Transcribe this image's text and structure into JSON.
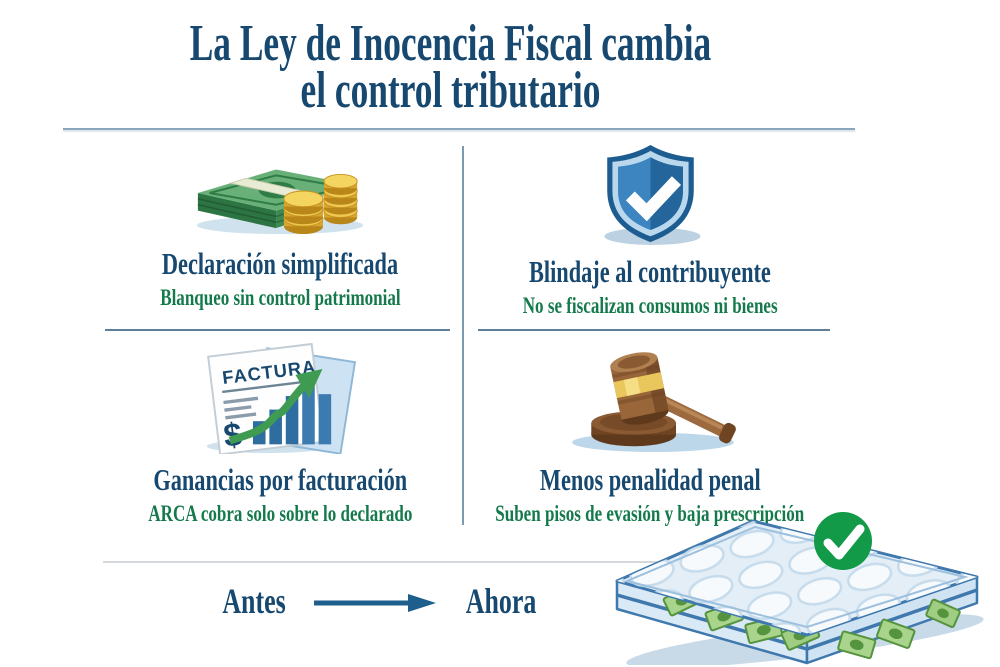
{
  "title": {
    "line1": "La Ley de Inocencia Fiscal cambia",
    "line2": "el control tributario"
  },
  "quadrants": [
    {
      "id": "declaracion-simplificada",
      "icon": "money-stack-icon",
      "title": "Declaración simplificada",
      "subtitle": "Blanqueo sin control patrimonial"
    },
    {
      "id": "blindaje-contribuyente",
      "icon": "shield-check-icon",
      "title": "Blindaje al contribuyente",
      "subtitle": "No se fiscalizan consumos ni bienes"
    },
    {
      "id": "ganancias-facturacion",
      "icon": "invoice-growth-icon",
      "title": "Ganancias por facturación",
      "subtitle": "ARCA cobra solo sobre lo declarado",
      "icon_label": "FACTURA",
      "icon_symbol": "$"
    },
    {
      "id": "menos-penalidad",
      "icon": "gavel-icon",
      "title": "Menos penalidad penal",
      "subtitle": "Suben pisos de evasión y baja prescripción"
    }
  ],
  "footer": {
    "before_label": "Antes",
    "after_label": "Ahora"
  },
  "colors": {
    "title_navy": "#17486f",
    "subtitle_green": "#157a4b",
    "divider_blue_gray": "#7d9bb0",
    "shield_blue": "#3d85c0",
    "check_green": "#139a49",
    "coin_gold": "#eec850",
    "money_green": "#3c8a52",
    "gavel_brown": "#99663a",
    "mattress_blue": "#3f78ad"
  }
}
